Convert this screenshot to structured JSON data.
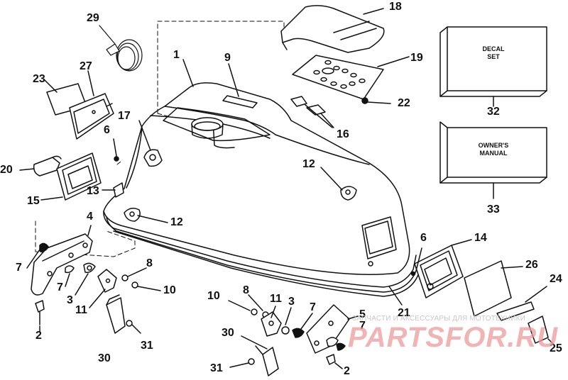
{
  "callouts": {
    "c1": "1",
    "c2a": "2",
    "c2b": "2",
    "c3a": "3",
    "c3b": "3",
    "c4": "4",
    "c5": "5",
    "c6a": "6",
    "c6b": "6",
    "c7a": "7",
    "c7b": "7",
    "c7c": "7",
    "c7d": "7",
    "c8a": "8",
    "c8b": "8",
    "c9": "9",
    "c10a": "10",
    "c10b": "10",
    "c11a": "11",
    "c11b": "11",
    "c12a": "12",
    "c12b": "12",
    "c13": "13",
    "c14": "14",
    "c15": "15",
    "c16": "16",
    "c17": "17",
    "c18": "18",
    "c19": "19",
    "c20": "20",
    "c21": "21",
    "c22": "22",
    "c23": "23",
    "c24": "24",
    "c25": "25",
    "c26": "26",
    "c27": "27",
    "c29": "29",
    "c30a": "30",
    "c30b": "30",
    "c31a": "31",
    "c31b": "31",
    "c32": "32",
    "c33": "33"
  },
  "decal_box": {
    "line1": "DECAL",
    "line2": "SET"
  },
  "manual_box": {
    "line1": "OWNER'S",
    "line2": "MANUAL"
  },
  "watermark": {
    "subtitle": "ЗАПЧАСТИ И АКСЕССУАРЫ ДЛЯ МОТОТЕХНИКИ",
    "brand": "PARTSFOR.RU"
  },
  "colors": {
    "ink": "#111111",
    "watermark_red": "#e06060"
  }
}
